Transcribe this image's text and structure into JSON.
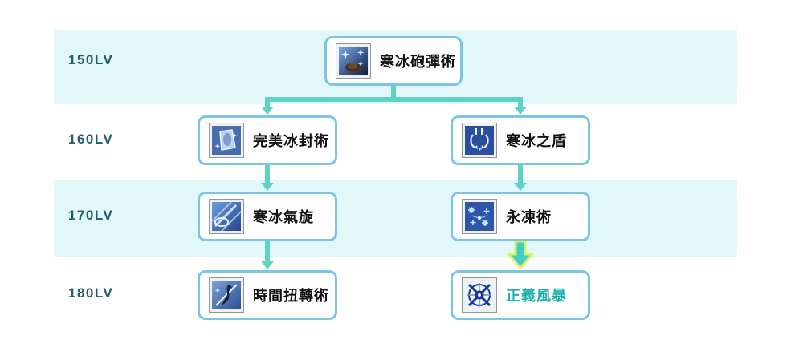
{
  "page": {
    "background_color": "#ffffff",
    "band_color": "#e2f7f9"
  },
  "palette": {
    "connector": "#5fd2c4",
    "box_border": "#7cc5e5",
    "box_background": "#ffffff",
    "level_label_color": "#215f6a",
    "skill_label_color": "#111111",
    "highlight_label_color": "#1cb0ad",
    "special_arrow_fill": "#3fcfc4",
    "special_arrow_outline": "#dff064"
  },
  "rows": [
    {
      "level": "150LV",
      "nodes": [
        {
          "label": "寒冰砲彈術",
          "icon": "ice-cannonball-icon"
        }
      ]
    },
    {
      "level": "160LV",
      "nodes": [
        {
          "label": "完美冰封術",
          "icon": "perfect-ice-seal-icon"
        },
        {
          "label": "寒冰之盾",
          "icon": "ice-shield-icon"
        }
      ]
    },
    {
      "level": "170LV",
      "nodes": [
        {
          "label": "寒冰氣旋",
          "icon": "ice-cyclone-icon"
        },
        {
          "label": "永凍術",
          "icon": "permafrost-icon"
        }
      ]
    },
    {
      "level": "180LV",
      "nodes": [
        {
          "label": "時間扭轉術",
          "icon": "time-twist-icon"
        },
        {
          "label": "正義風暴",
          "icon": "justice-storm-icon",
          "highlighted": true
        }
      ]
    }
  ]
}
